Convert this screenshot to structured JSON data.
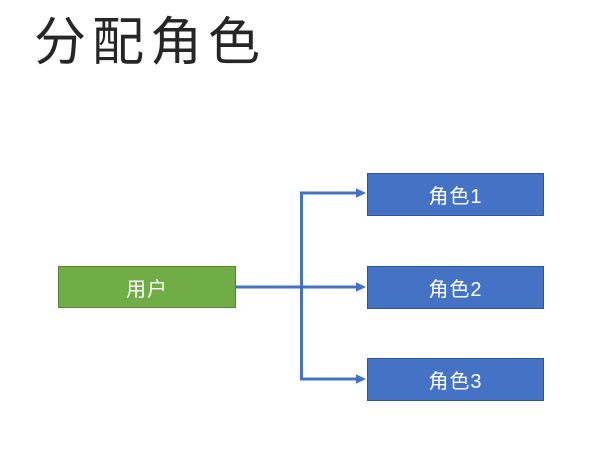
{
  "slide": {
    "title": "分配角色"
  },
  "diagram": {
    "user_node": {
      "label": "用户"
    },
    "role_nodes": [
      {
        "label": "角色1"
      },
      {
        "label": "角色2"
      },
      {
        "label": "角色3"
      }
    ]
  },
  "colors": {
    "background": "#ffffff",
    "title_text": "#262626",
    "user_node_fill": "#70AD47",
    "user_node_border": "#548235",
    "role_node_fill": "#4472C4",
    "role_node_border": "#2F5597",
    "node_text": "#ffffff",
    "connector": "#4472C4"
  }
}
